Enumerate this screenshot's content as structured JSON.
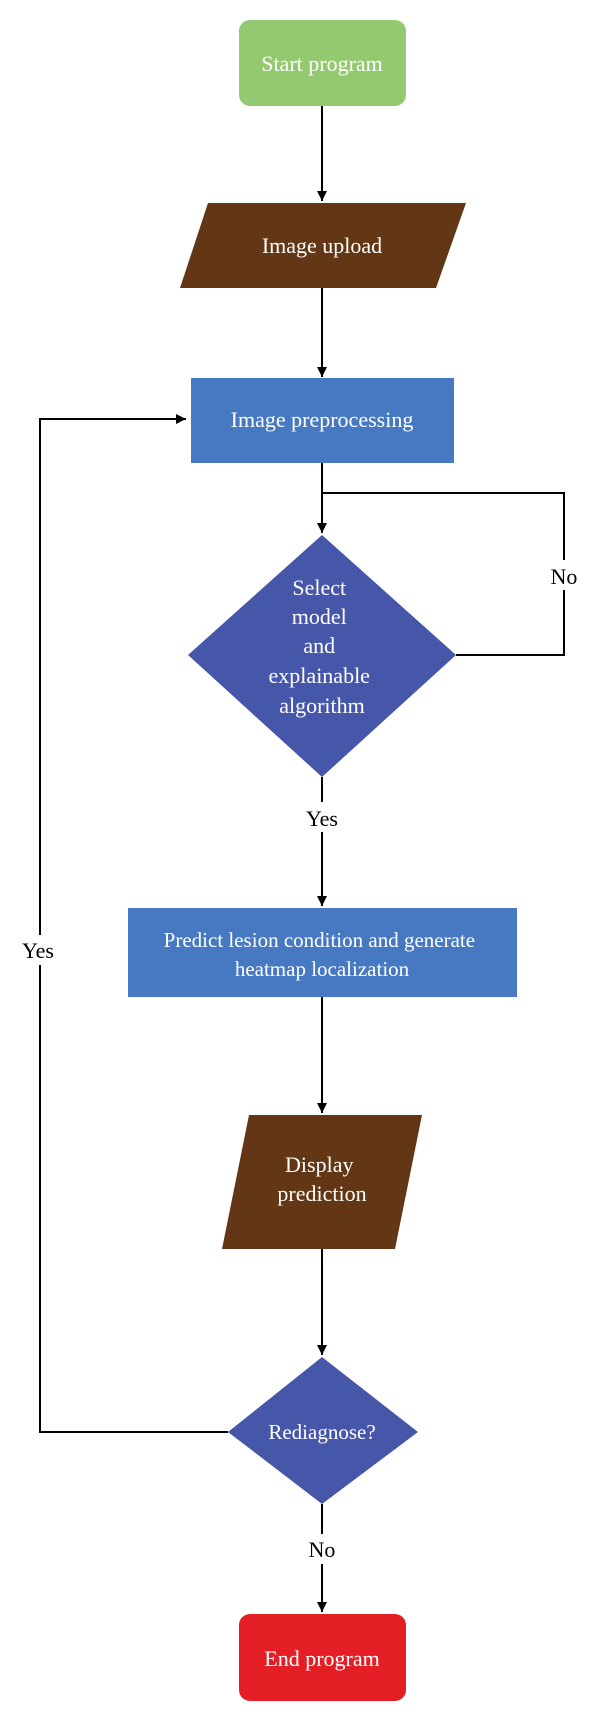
{
  "colors": {
    "start": "#95C971",
    "io": "#633615",
    "process": "#4679C2",
    "decision": "#4657A9",
    "end": "#E31F25",
    "line": "#000000",
    "text": "#FFFFFF"
  },
  "nodes": {
    "start": {
      "label": "Start program",
      "shape": "rounded-rectangle"
    },
    "upload": {
      "label": "Image upload",
      "shape": "parallelogram"
    },
    "preprocess": {
      "label": "Image preprocessing",
      "shape": "rectangle"
    },
    "select": {
      "shape": "diamond",
      "lines": [
        "Select",
        "model",
        "and",
        "explainable",
        "algorithm"
      ]
    },
    "predict": {
      "shape": "rectangle",
      "lines": [
        "Predict lesion condition and generate",
        "heatmap localization"
      ]
    },
    "display": {
      "shape": "parallelogram",
      "lines": [
        "Display",
        "prediction"
      ]
    },
    "rediagnose": {
      "label": "Rediagnose?",
      "shape": "diamond"
    },
    "end": {
      "label": "End program",
      "shape": "rounded-rectangle"
    }
  },
  "edges": {
    "select_no": "No",
    "select_yes": "Yes",
    "rediagnose_yes": "Yes",
    "rediagnose_no": "No"
  }
}
